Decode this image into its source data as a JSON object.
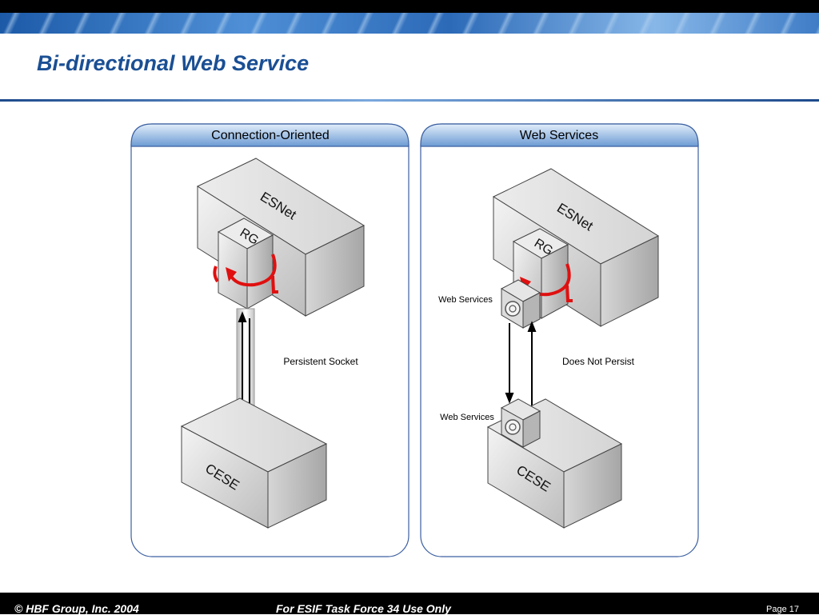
{
  "slide": {
    "title": "Bi-directional Web Service"
  },
  "panels": {
    "left": {
      "header": "Connection-Oriented",
      "top_box": "ESNet",
      "gateway": "RG",
      "link_label": "Persistent Socket",
      "bottom_box": "CESE"
    },
    "right": {
      "header": "Web Services",
      "top_box": "ESNet",
      "gateway": "RG",
      "ws_top_label": "Web Services",
      "ws_bottom_label": "Web Services",
      "link_label": "Does Not Persist",
      "bottom_box": "CESE"
    }
  },
  "footer": {
    "copyright": "© HBF Group, Inc.  2004",
    "usage": "For ESIF Task Force 34 Use Only",
    "page": "Page 17"
  },
  "colors": {
    "title": "#1a4f94",
    "panel_header_top": "#d6e6f7",
    "panel_header_bottom": "#6f9fd6",
    "panel_border": "#3b5fa0",
    "arrow_red": "#e01010"
  }
}
